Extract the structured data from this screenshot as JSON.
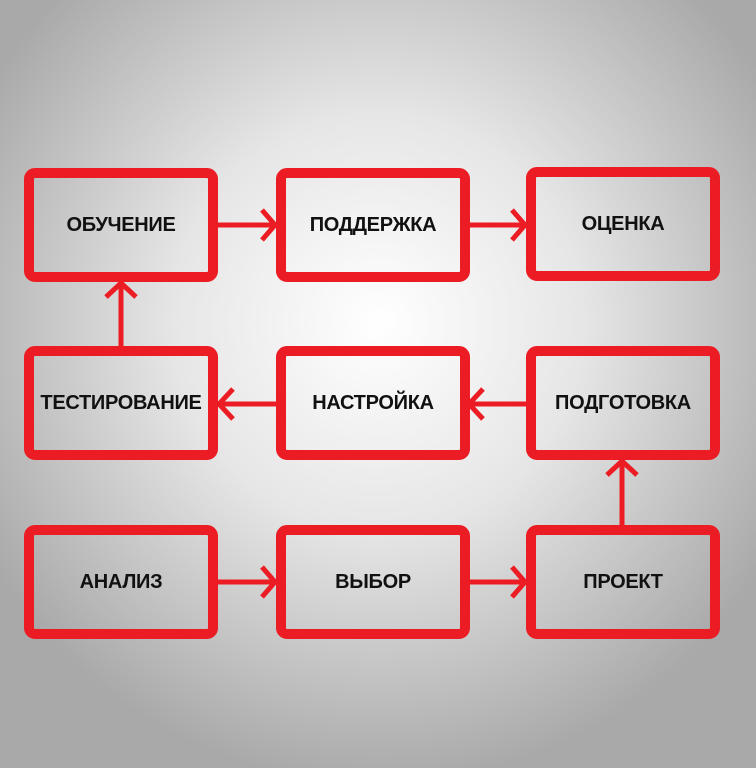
{
  "diagram": {
    "accent_color": "#ec1c24",
    "steps": {
      "analysis": "АНАЛИЗ",
      "choice": "ВЫБОР",
      "project": "ПРОЕКТ",
      "preparation": "ПОДГОТОВКА",
      "setup": "НАСТРОЙКА",
      "testing": "ТЕСТИРОВАНИЕ",
      "training": "ОБУЧЕНИЕ",
      "support": "ПОДДЕРЖКА",
      "evaluation": "ОЦЕНКА"
    }
  }
}
